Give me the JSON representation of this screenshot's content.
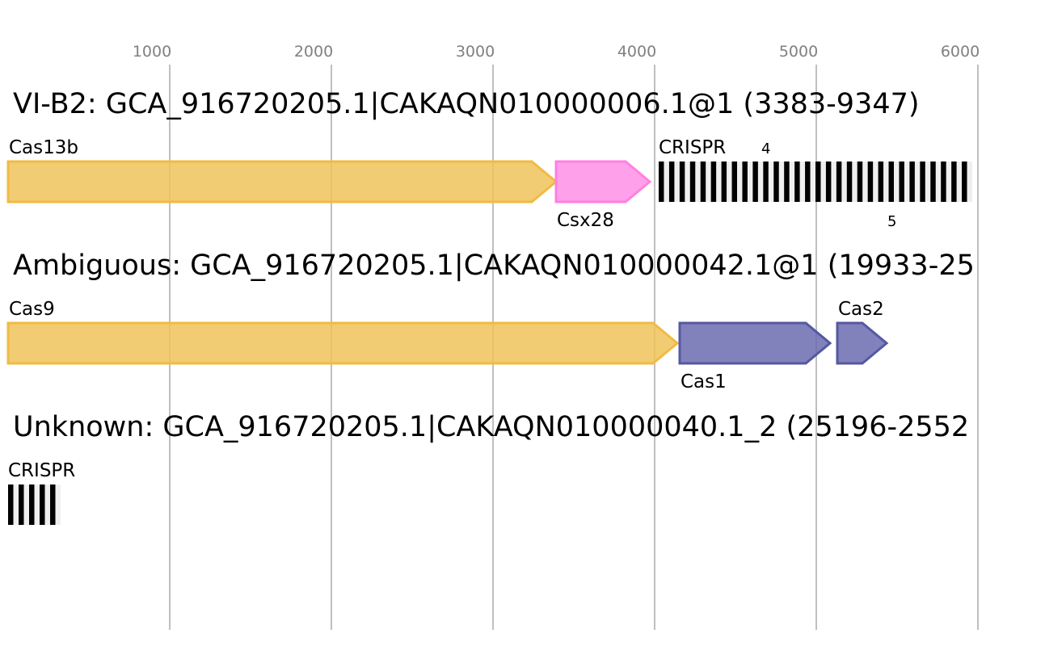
{
  "axis": {
    "ticks": [
      1000,
      2000,
      3000,
      4000,
      5000,
      6000
    ],
    "tick_labels": [
      "1000",
      "2000",
      "3000",
      "4000",
      "5000",
      "6000"
    ]
  },
  "loci": [
    {
      "title": "VI-B2: GCA_916720205.1|CAKAQN010000006.1@1 (3383-9347)",
      "features": [
        {
          "type": "gene",
          "name": "Cas13b",
          "start": 0,
          "end": 3390,
          "fill": "#f0c35a",
          "stroke": "#f0bb44",
          "label_pos": "above"
        },
        {
          "type": "gene",
          "name": "Csx28",
          "start": 3390,
          "end": 3970,
          "fill": "#ff8fe6",
          "stroke": "#ff80e2",
          "label_pos": "below"
        },
        {
          "type": "crispr",
          "name": "CRISPR",
          "start": 4025,
          "end": 5965,
          "repeats": 30,
          "label_pos": "above",
          "count_above": "4",
          "count_below": "5"
        }
      ]
    },
    {
      "title": "Ambiguous: GCA_916720205.1|CAKAQN010000042.1@1 (19933-25",
      "features": [
        {
          "type": "gene",
          "name": "Cas9",
          "start": 0,
          "end": 4140,
          "fill": "#f0c35a",
          "stroke": "#f0bb44",
          "label_pos": "above"
        },
        {
          "type": "gene",
          "name": "Cas1",
          "start": 4155,
          "end": 5085,
          "fill": "#6b6bb0",
          "stroke": "#5558a0",
          "label_pos": "below"
        },
        {
          "type": "gene",
          "name": "Cas2",
          "start": 5130,
          "end": 5435,
          "fill": "#6b6bb0",
          "stroke": "#5558a0",
          "label_pos": "above"
        }
      ]
    },
    {
      "title": "Unknown: GCA_916720205.1|CAKAQN010000040.1_2 (25196-2552",
      "features": [
        {
          "type": "crispr",
          "name": "CRISPR",
          "start": 0,
          "end": 325,
          "repeats": 5,
          "label_pos": "above"
        }
      ]
    }
  ]
}
